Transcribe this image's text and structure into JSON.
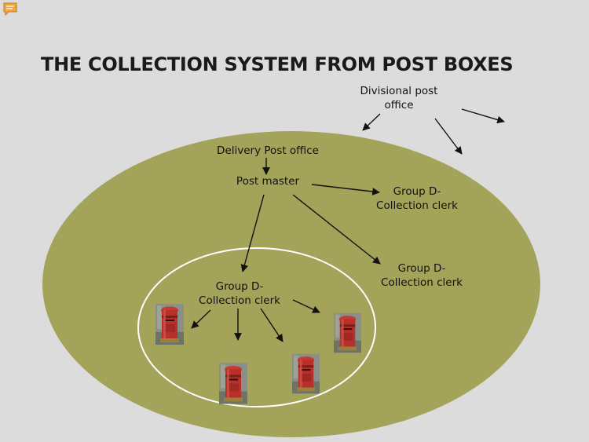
{
  "title": "THE COLLECTION SYSTEM FROM POST BOXES",
  "nodes": {
    "divisional_office": {
      "line1": "Divisional post",
      "line2": "office"
    },
    "delivery_office": "Delivery Post office",
    "post_master": "Post master",
    "collection_clerk_1": {
      "line1": "Group D-",
      "line2": "Collection clerk"
    },
    "collection_clerk_2": {
      "line1": "Group D-",
      "line2": "Collection clerk"
    },
    "collection_clerk_3": {
      "line1": "Group D-",
      "line2": "Collection clerk"
    }
  },
  "icons": {
    "comment": "comment-icon",
    "post_box": "post-box-icon"
  },
  "colors": {
    "background": "#dcdcdc",
    "outer_ellipse": "#a3a35a",
    "inner_ellipse_stroke": "#ffffff",
    "arrow": "#111111",
    "post_box_red": "#b8302a",
    "comment_icon": "#f0a640"
  }
}
